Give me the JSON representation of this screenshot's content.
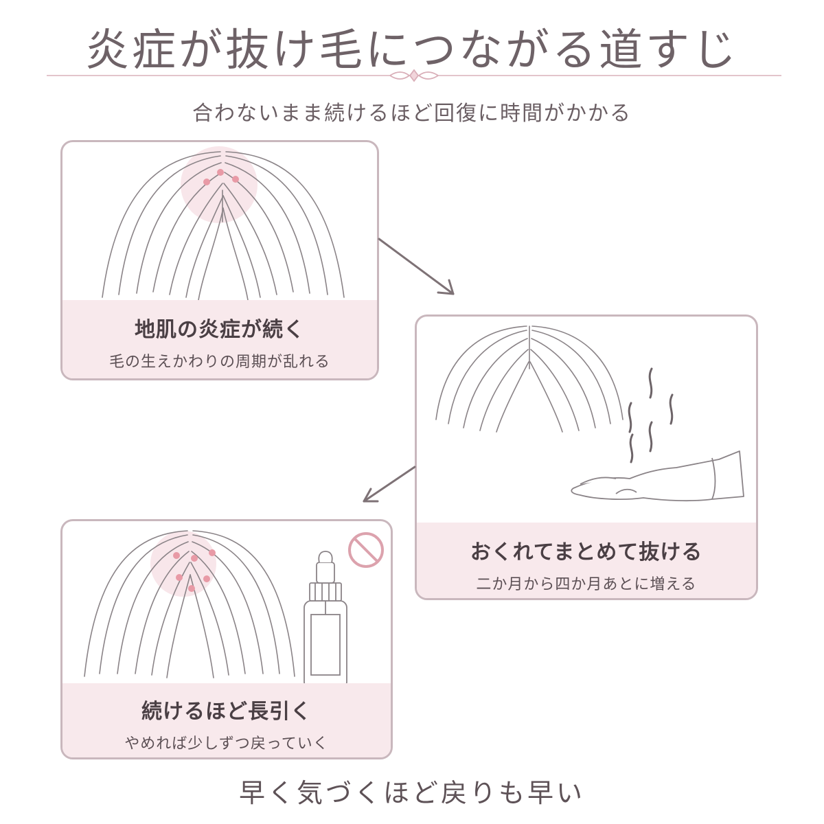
{
  "title": "炎症が抜け毛につながる道すじ",
  "subtitle": "合わないまま続けるほど回復に時間がかかる",
  "steps": [
    {
      "title": "地肌の炎症が続く",
      "subtitle": "毛の生えかわりの周期が乱れる"
    },
    {
      "title": "おくれてまとめて抜ける",
      "subtitle": "二か月から四か月あとに増える"
    },
    {
      "title": "続けるほど長引く",
      "subtitle": "やめれば少しずつ戻っていく"
    }
  ],
  "footer": "早く気づくほど戻りも早い",
  "colors": {
    "accent_pink": "#f8e9ec",
    "border": "#c9b7bd",
    "inflammation_dot": "#e89aa6",
    "no_sign": "#dca2ad",
    "arrow": "#7e7276"
  },
  "icons": [
    "scalp-hair-icon",
    "inflammation-spots-icon",
    "falling-hair-icon",
    "open-hand-icon",
    "serum-bottle-icon",
    "prohibited-icon",
    "arrow-icon",
    "ornament-icon"
  ]
}
